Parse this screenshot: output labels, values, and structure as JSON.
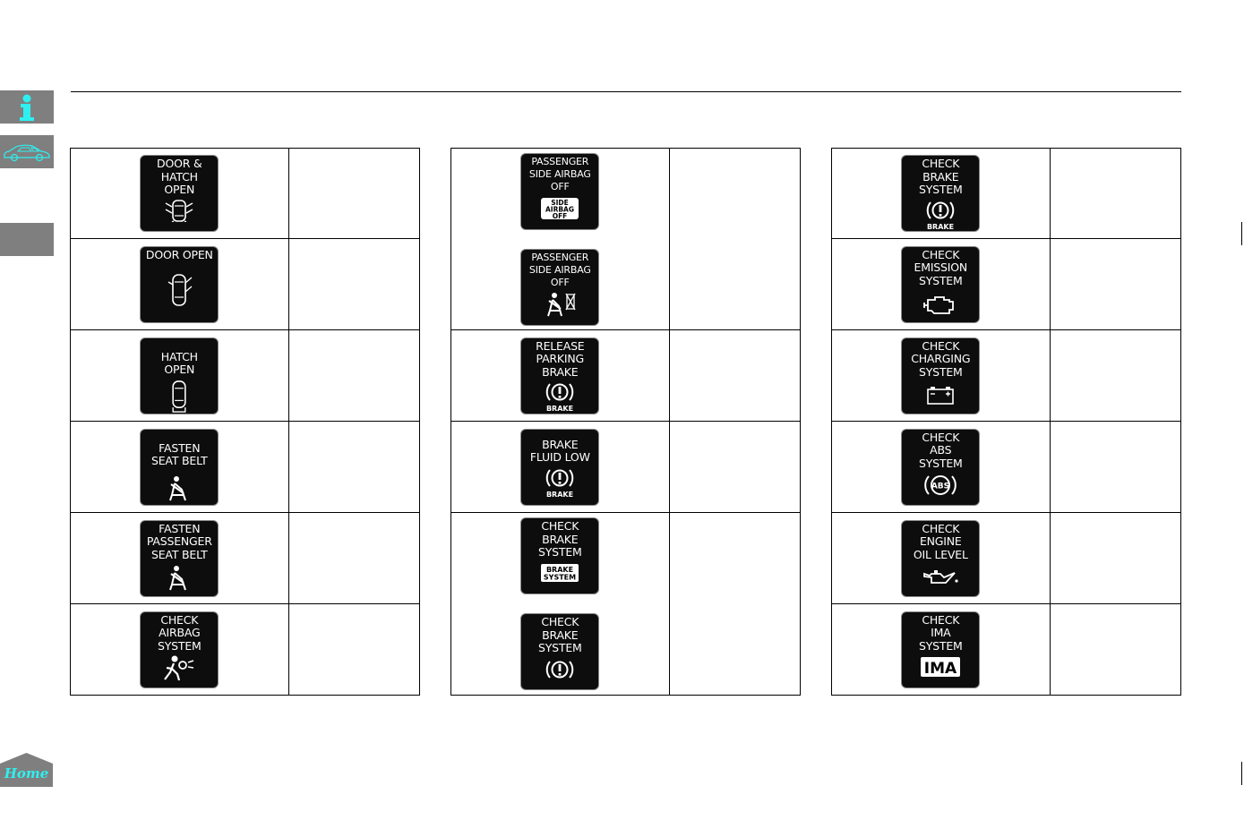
{
  "page": {
    "title": ""
  },
  "nav": {
    "info_tab": "info-icon",
    "car_tab": "car-icon",
    "home_label": "Home"
  },
  "tables": [
    {
      "rows": [
        {
          "indicators": [
            {
              "label": "DOOR &\nHATCH\nOPEN",
              "icon": "door-hatch-open-icon"
            }
          ],
          "description": ""
        },
        {
          "indicators": [
            {
              "label": "DOOR OPEN",
              "icon": "door-open-icon"
            }
          ],
          "description": ""
        },
        {
          "indicators": [
            {
              "label": "HATCH\nOPEN",
              "icon": "hatch-open-icon"
            }
          ],
          "description": ""
        },
        {
          "indicators": [
            {
              "label": "FASTEN\nSEAT BELT",
              "icon": "seat-belt-icon"
            }
          ],
          "description": ""
        },
        {
          "indicators": [
            {
              "label": "FASTEN\nPASSENGER\nSEAT BELT",
              "icon": "seat-belt-icon"
            }
          ],
          "description": ""
        },
        {
          "indicators": [
            {
              "label": "CHECK\nAIRBAG\nSYSTEM",
              "icon": "airbag-icon"
            }
          ],
          "description": ""
        }
      ]
    },
    {
      "rows": [
        {
          "indicators": [
            {
              "label": "PASSENGER\nSIDE AIRBAG\nOFF",
              "icon": "side-airbag-off-badge",
              "badge": "SIDE\nAIRBAG\nOFF"
            },
            {
              "label": "PASSENGER\nSIDE AIRBAG\nOFF",
              "icon": "side-airbag-off-icon"
            }
          ],
          "description": ""
        },
        {
          "indicators": [
            {
              "label": "RELEASE\nPARKING\nBRAKE",
              "icon": "brake-icon",
              "sub": "BRAKE"
            }
          ],
          "description": ""
        },
        {
          "indicators": [
            {
              "label": "BRAKE\nFLUID LOW",
              "icon": "brake-icon",
              "sub": "BRAKE"
            }
          ],
          "description": ""
        },
        {
          "indicators": [
            {
              "label": "CHECK\nBRAKE\nSYSTEM",
              "icon": "brake-system-badge",
              "badge": "BRAKE\nSYSTEM"
            },
            {
              "label": "CHECK\nBRAKE\nSYSTEM",
              "icon": "brake-warning-icon"
            }
          ],
          "description": ""
        }
      ]
    },
    {
      "rows": [
        {
          "indicators": [
            {
              "label": "CHECK\nBRAKE\nSYSTEM",
              "icon": "brake-icon",
              "sub": "BRAKE"
            }
          ],
          "description": ""
        },
        {
          "indicators": [
            {
              "label": "CHECK\nEMISSION\nSYSTEM",
              "icon": "engine-icon"
            }
          ],
          "description": ""
        },
        {
          "indicators": [
            {
              "label": "CHECK\nCHARGING\nSYSTEM",
              "icon": "battery-icon"
            }
          ],
          "description": ""
        },
        {
          "indicators": [
            {
              "label": "CHECK\nABS\nSYSTEM",
              "icon": "abs-icon",
              "badge": "ABS"
            }
          ],
          "description": ""
        },
        {
          "indicators": [
            {
              "label": "CHECK\nENGINE\nOIL LEVEL",
              "icon": "oil-can-icon"
            }
          ],
          "description": ""
        },
        {
          "indicators": [
            {
              "label": "CHECK\nIMA\nSYSTEM",
              "icon": "ima-icon",
              "badge": "IMA"
            }
          ],
          "description": ""
        }
      ]
    }
  ]
}
